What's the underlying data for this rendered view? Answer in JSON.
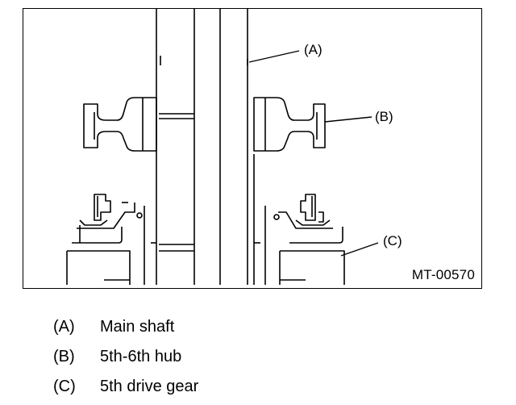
{
  "figure": {
    "figure_id": "MT-00570",
    "callouts": [
      {
        "key": "a",
        "label": "(A)"
      },
      {
        "key": "b",
        "label": "(B)"
      },
      {
        "key": "c",
        "label": "(C)"
      }
    ]
  },
  "legend": {
    "items": [
      {
        "key": "(A)",
        "text": "Main shaft"
      },
      {
        "key": "(B)",
        "text": "5th-6th hub"
      },
      {
        "key": "(C)",
        "text": "5th drive gear"
      }
    ]
  }
}
